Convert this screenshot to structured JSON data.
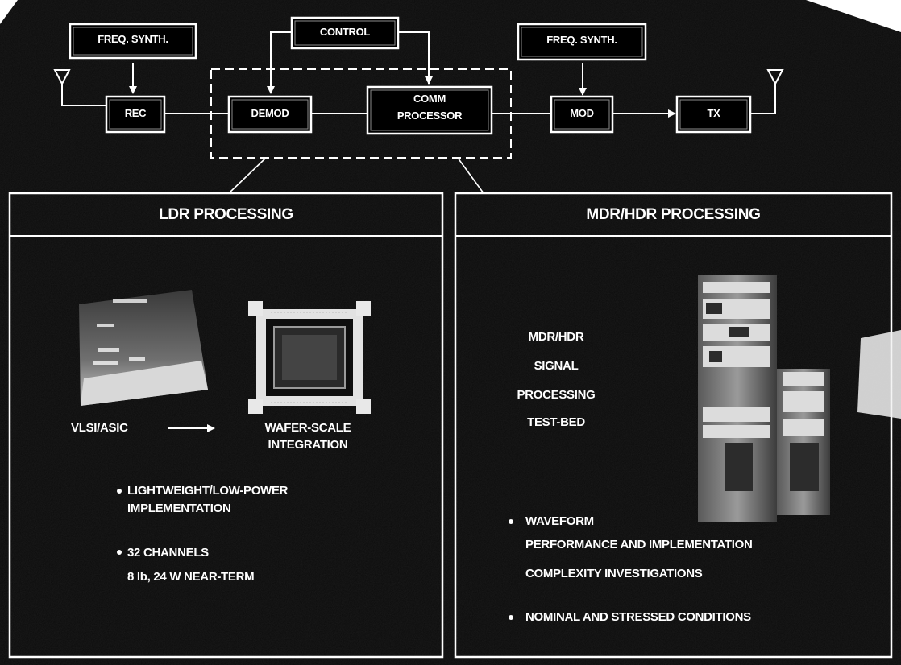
{
  "blocks": {
    "freq_synth_left": "FREQ. SYNTH.",
    "control": "CONTROL",
    "freq_synth_right": "FREQ. SYNTH.",
    "rec": "REC",
    "demod": "DEMOD",
    "comm_processor_line1": "COMM",
    "comm_processor_line2": "PROCESSOR",
    "mod": "MOD",
    "tx": "TX"
  },
  "ldr_panel": {
    "title": "LDR PROCESSING",
    "vlsi_label": "VLSI/ASIC",
    "wafer_line1": "WAFER-SCALE",
    "wafer_line2": "INTEGRATION",
    "bullet1_line1": "LIGHTWEIGHT/LOW-POWER",
    "bullet1_line2": "IMPLEMENTATION",
    "bullet2_line1": "32 CHANNELS",
    "bullet2_line2": "8 lb, 24 W NEAR-TERM"
  },
  "mdr_panel": {
    "title": "MDR/HDR PROCESSING",
    "testbed_line1": "MDR/HDR",
    "testbed_line2": "SIGNAL",
    "testbed_line3": "PROCESSING",
    "testbed_line4": "TEST-BED",
    "bullet1_line1": "WAVEFORM",
    "bullet1_line2": "PERFORMANCE AND IMPLEMENTATION",
    "bullet1_line3": "COMPLEXITY INVESTIGATIONS",
    "bullet2_line1": "NOMINAL AND STRESSED CONDITIONS"
  },
  "colors": {
    "background": "#0b0b0b",
    "foreground": "#ffffff",
    "block_fill": "#000000"
  },
  "icons": [
    "antenna-icon",
    "antenna-icon",
    "arrow-right-icon"
  ],
  "images": [
    "vlsi-asic-photo",
    "wafer-scale-chip-photo",
    "test-bed-rack-photo"
  ]
}
